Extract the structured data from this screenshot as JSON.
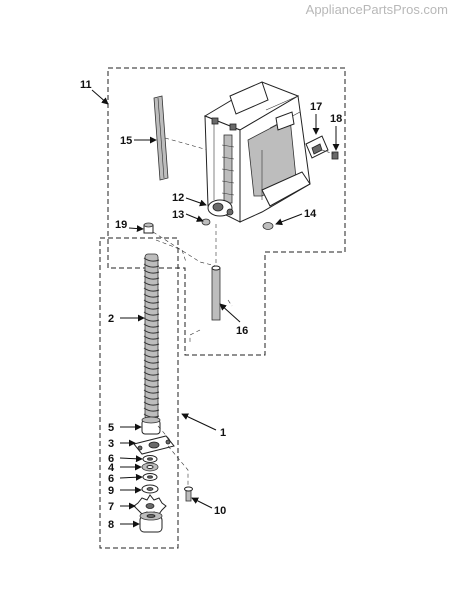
{
  "watermark": "AppliancePartsPros.com",
  "callouts": {
    "c1": "1",
    "c2": "2",
    "c3": "3",
    "c4": "4",
    "c5": "5",
    "c6a": "6",
    "c6b": "6",
    "c7": "7",
    "c8": "8",
    "c9": "9",
    "c10": "10",
    "c11": "11",
    "c12": "12",
    "c13": "13",
    "c14": "14",
    "c15": "15",
    "c16": "16",
    "c17": "17",
    "c18": "18",
    "c19": "19"
  }
}
